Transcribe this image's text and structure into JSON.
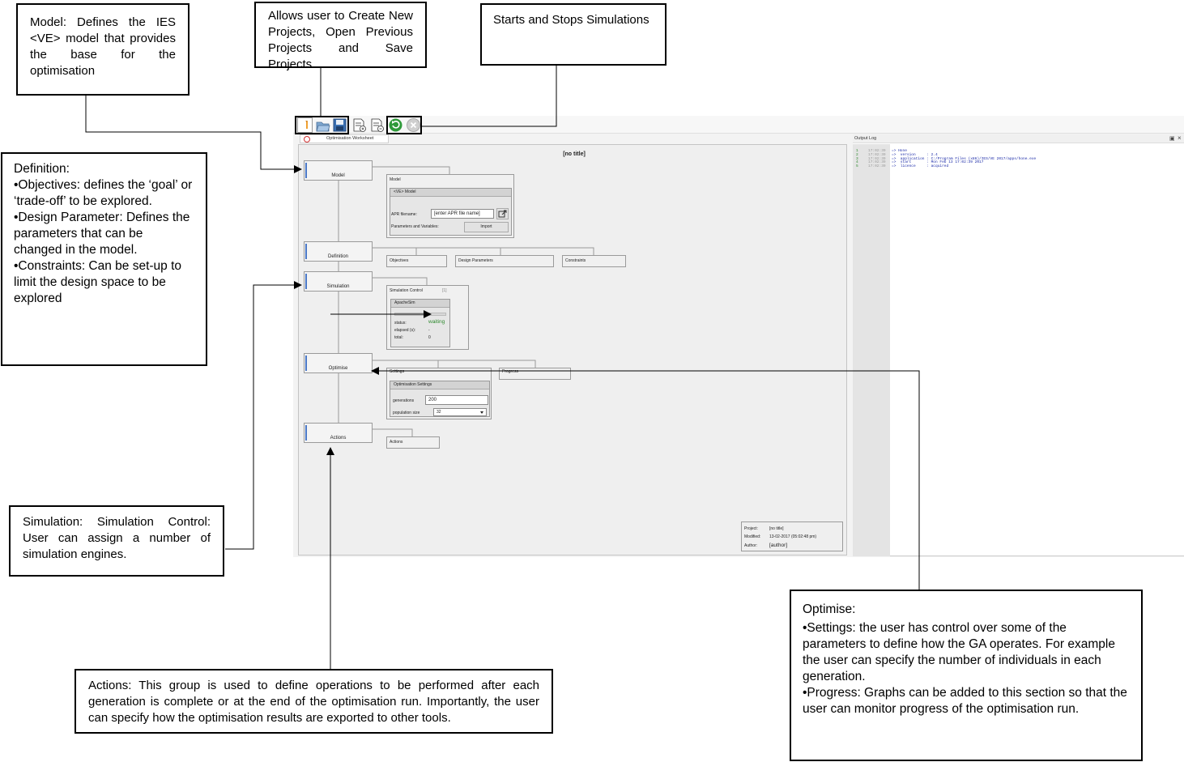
{
  "toolbar": {
    "new_icon": "new-project-icon",
    "open_icon": "open-project-icon",
    "save_icon": "save-project-icon",
    "doc_add_icon": "document-add-icon",
    "doc_remove_icon": "document-remove-icon",
    "start_icon": "start-simulation-icon",
    "stop_icon": "stop-simulation-icon"
  },
  "worksheet": {
    "tab_label": "Optimisation Worksheet",
    "title": "[no title]",
    "groups": {
      "model": "Model",
      "definition": "Definition",
      "simulation": "Simulation",
      "optimise": "Optimise",
      "actions": "Actions"
    },
    "model_panel": {
      "title": "Model",
      "sub_title": "<VE> Model",
      "apr_label": "APR filename:",
      "apr_placeholder": "[enter APR file name]",
      "params_label": "Parameters and Variables:",
      "import_label": "Import"
    },
    "definition_panels": {
      "objectives": "Objectives",
      "design_parameters": "Design Parameters",
      "constraints": "Constraints"
    },
    "simulation_panel": {
      "title": "Simulation Control",
      "count": "[1]",
      "engine": "ApacheSim",
      "status_label": "status:",
      "status_value": "waiting",
      "elapsed_label": "elapsed (s):",
      "elapsed_value": "-",
      "total_label": "total:",
      "total_value": "0"
    },
    "optimise_panels": {
      "settings": "Settings",
      "progress": "Progress",
      "sub_title": "Optimisation Settings",
      "generations_label": "generations",
      "generations_value": "200",
      "population_label": "population size",
      "population_value": "32"
    },
    "actions_panel": "Actions",
    "info": {
      "project_label": "Project:",
      "project_value": "[no title]",
      "modified_label": "Modified:",
      "modified_value": "13-02-2017 (05:02:48 pm)",
      "author_label": "Author:",
      "author_value": "[author]"
    }
  },
  "output_log": {
    "title": "Output Log",
    "lines": [
      {
        "num": "1",
        "time": "17:02:39",
        "text": "=> Hone"
      },
      {
        "num": "2",
        "time": "17:02:39",
        "text": "=>  version     : 2.4"
      },
      {
        "num": "3",
        "time": "17:02:39",
        "text": "=>  application : C:/Program Files (x86)/IES/VE 2017/apps/hone.exe"
      },
      {
        "num": "4",
        "time": "17:02:39",
        "text": "=>  start       : Mon Feb 13 17:02:39 2017"
      },
      {
        "num": "5",
        "time": "17:02:39",
        "text": "=>  licence     : acquired"
      }
    ]
  },
  "callouts": {
    "model": "Model: Defines the IES <VE> model that provides the base for the optimisation",
    "toolbar": "Allows user to Create New Projects, Open Previous Projects and Save Projects",
    "startstop": "Starts and Stops Simulations",
    "definition": {
      "heading": "Definition:",
      "objectives": "•Objectives: defines the ‘goal’ or ‘trade-off’ to be explored.",
      "design": "•Design Parameter: Defines the parameters that can be changed in the model.",
      "constraints": "•Constraints: Can be set-up to limit the design space to be explored"
    },
    "simulation": "Simulation: Simulation Control: User can assign a number of simulation engines.",
    "actions": "Actions: This group is used to define operations to be performed after each generation is complete or at the end of the optimisation run. Importantly, the user can specify how the optimisation results are exported to other tools.",
    "optimise": {
      "heading": "Optimise:",
      "settings": "•Settings: the user has control over some of the parameters to define how the GA operates. For example the user can specify the number of individuals in each generation.",
      "progress": "•Progress: Graphs can be added to this section so that the user can monitor progress of the optimisation run."
    }
  }
}
